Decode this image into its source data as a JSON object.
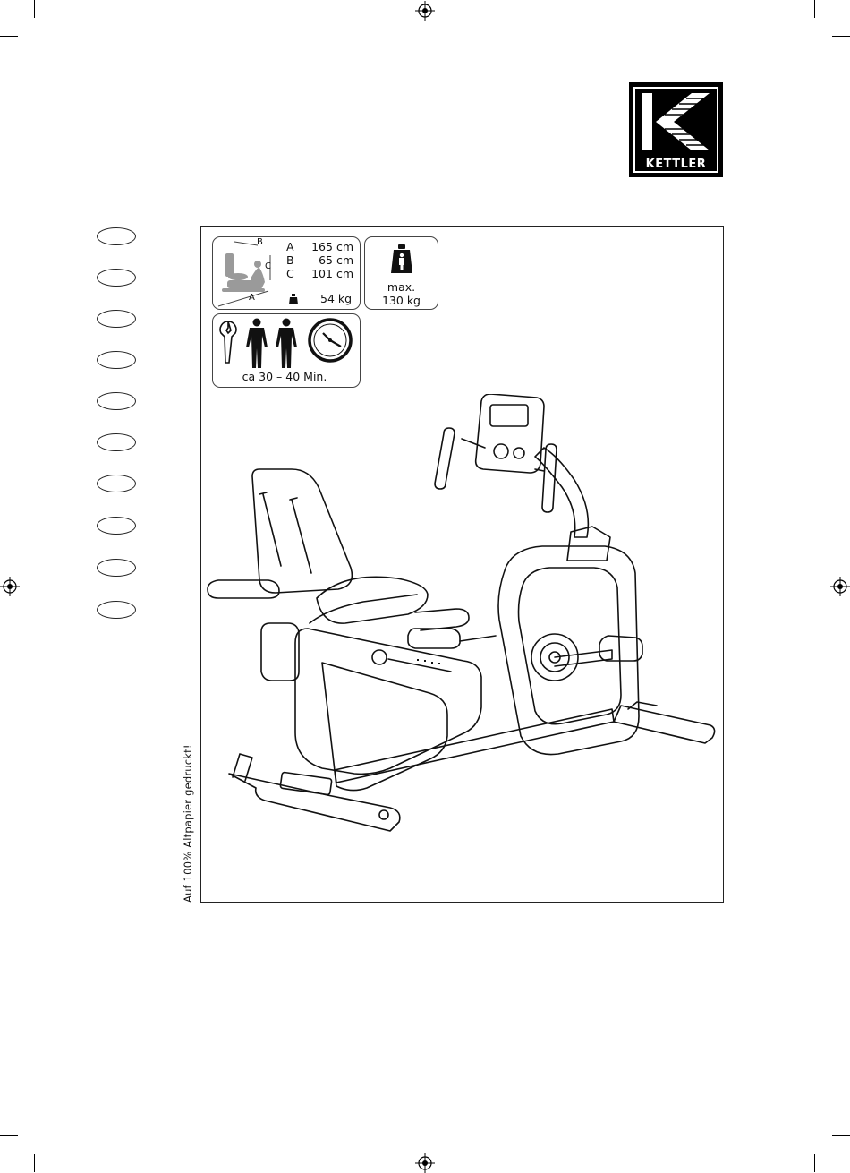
{
  "brand": {
    "name": "KETTLER"
  },
  "dimensions": {
    "rows": [
      {
        "label": "A",
        "value": "165 cm"
      },
      {
        "label": "B",
        "value": "65 cm"
      },
      {
        "label": "C",
        "value": "101 cm"
      }
    ],
    "weight": "54  kg",
    "diagram_labels": {
      "a": "A",
      "b": "B",
      "c": "C"
    }
  },
  "max_load": {
    "label": "max.",
    "value": "130 kg"
  },
  "assembly": {
    "time": "ca 30 – 40 Min.",
    "persons": 2
  },
  "language_markers": 10,
  "side_note": "Auf 100% Altpapier gedruckt!",
  "colors": {
    "ink": "#111111",
    "gray_icon": "#9a9a9a"
  }
}
